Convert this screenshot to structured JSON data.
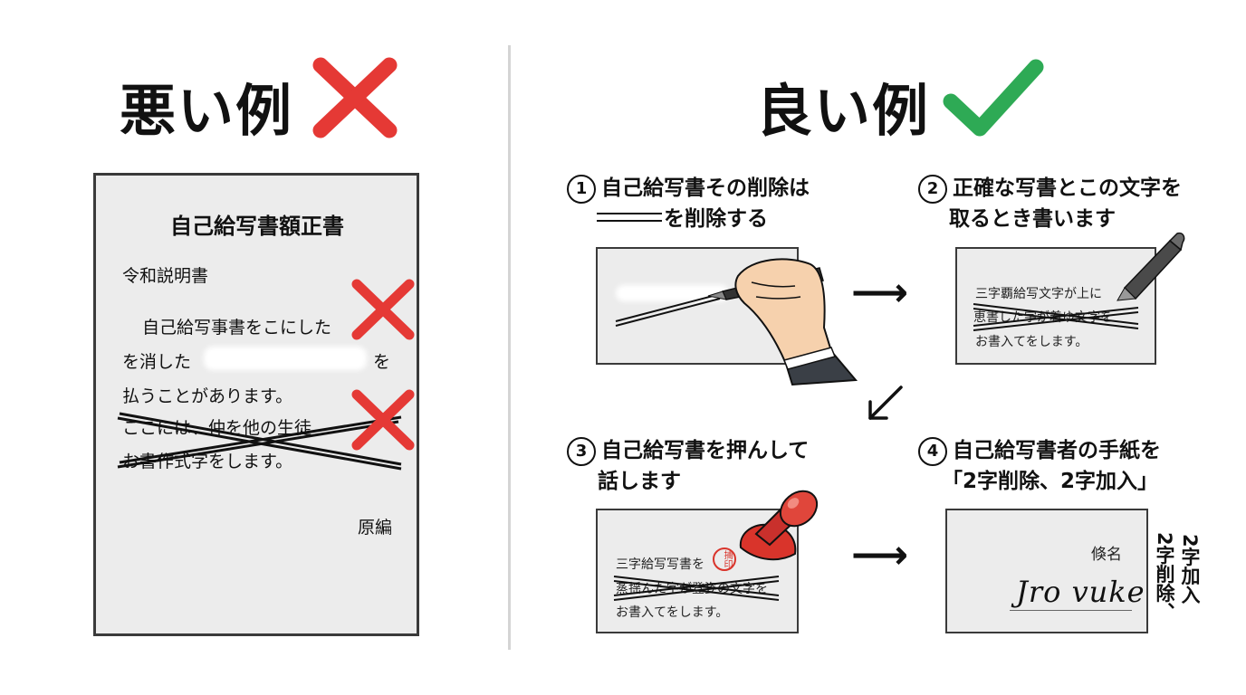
{
  "bad": {
    "heading": "悪い例",
    "doc": {
      "title": "自己給写書額正書",
      "subtitle": "令和説明書",
      "line1": "自己給写事書をこにした",
      "line1_tail": "",
      "line2_start": "を消した",
      "line2_end": "を",
      "line3": "払うことがあります。",
      "line4": "ここには、仲を他の生徒",
      "line5": "お書作式字をします。",
      "signature": "原編"
    }
  },
  "good": {
    "heading": "良い例",
    "steps": [
      {
        "number": "1",
        "title_line1": "自己給写書その削除は",
        "title_line2": "を削除する"
      },
      {
        "number": "2",
        "title_line1": "正確な写書とこの文字を",
        "title_line2": "取るとき書います",
        "box_line1": "三字覇給写文字が上に",
        "box_line2": "恵書した字が着ゆ文字を",
        "box_line3": "お書入てをします。"
      },
      {
        "number": "3",
        "title_line1": "自己給写書を押んして",
        "title_line2": "話します",
        "box_line1": "三字給写写書を",
        "box_line2": "蒸揺んた字が登姿の文字を",
        "box_line3": "お書入てをします。",
        "seal_text": "捕印"
      },
      {
        "number": "4",
        "title_line1": "自己給写書者の手紙を",
        "title_line2": "「2字削除、2字加入」",
        "box_label": "倏名",
        "signature": "Jro vuke"
      }
    ],
    "side_note_1": "2字加入",
    "side_note_2": "2字削除、"
  },
  "colors": {
    "cross": "#e53935",
    "check": "#2eaa55",
    "stamp": "#d9342b",
    "divider": "#d4d4d4",
    "box_bg": "#ececec"
  },
  "icons": [
    "cross-mark-icon",
    "check-mark-icon",
    "pen-hand-icon",
    "pen-icon",
    "stamp-icon",
    "arrow-right-icon",
    "arrow-down-left-icon"
  ]
}
